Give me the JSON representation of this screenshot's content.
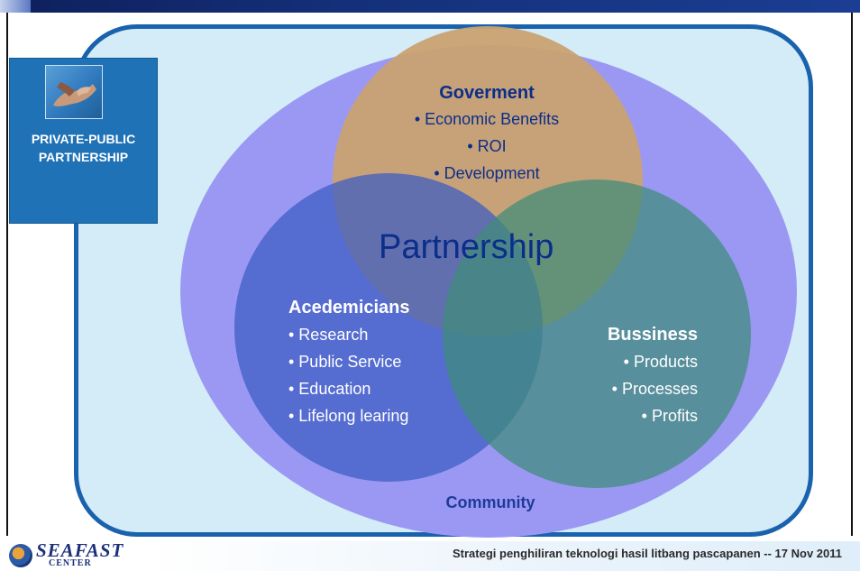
{
  "private_public": {
    "label": "PRIVATE-PUBLIC PARTNERSHIP"
  },
  "government": {
    "title": "Goverment",
    "items": [
      "• Economic Benefits",
      "• ROI",
      "• Development"
    ]
  },
  "center": {
    "label": "Partnership"
  },
  "academicians": {
    "title": "Acedemicians",
    "items": [
      "• Research",
      "• Public Service",
      "• Education",
      "• Lifelong learing"
    ]
  },
  "business": {
    "title": "Bussiness",
    "items": [
      "• Products",
      "• Processes",
      "• Profits"
    ]
  },
  "community": {
    "label": "Community"
  },
  "footer": {
    "text": "Strategi penghiliran teknologi hasil litbang pascapanen  -- 17 Nov 2011",
    "logo_name": "SEAFAST",
    "logo_sub": "CENTER"
  },
  "colors": {
    "government_circle": "#c9a271",
    "academicians_circle": "#3a5bc3",
    "business_circle": "#3f8c7a",
    "community_ellipse": "#9b98f3",
    "frame_border": "#1a62ad",
    "text_dark": "#0b2e8a"
  },
  "icons": {
    "ppp_image": "handshake-photo",
    "logo": "seafast-logo"
  }
}
